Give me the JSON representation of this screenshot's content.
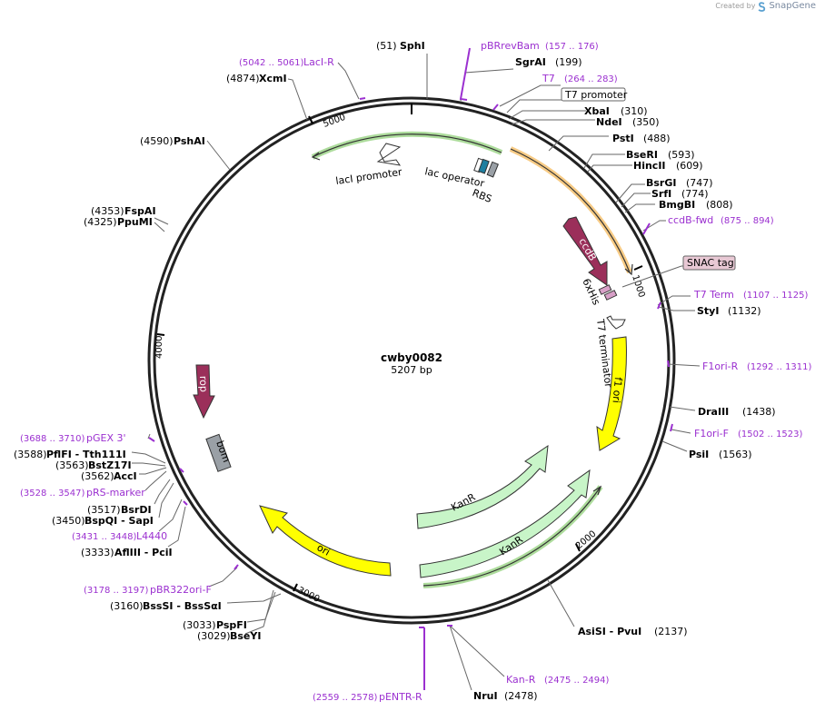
{
  "credit": {
    "prefix": "Created by",
    "brand": "SnapGene"
  },
  "plasmid": {
    "name": "cwby0082",
    "length": "5207 bp"
  },
  "ticks": [
    "1000",
    "2000",
    "3000",
    "4000",
    "5000"
  ],
  "enzymes": [
    {
      "pos": "(51)",
      "name": "SphI"
    },
    {
      "pos": "(199)",
      "name": "SgrAI"
    },
    {
      "pos": "(310)",
      "name": "XbaI"
    },
    {
      "pos": "(350)",
      "name": "NdeI"
    },
    {
      "pos": "(488)",
      "name": "PstI"
    },
    {
      "pos": "(593)",
      "name": "BseRI"
    },
    {
      "pos": "(609)",
      "name": "HincII"
    },
    {
      "pos": "(747)",
      "name": "BsrGI"
    },
    {
      "pos": "(774)",
      "name": "SrfI"
    },
    {
      "pos": "(808)",
      "name": "BmgBI"
    },
    {
      "pos": "(1132)",
      "name": "StyI"
    },
    {
      "pos": "(1438)",
      "name": "DraIII"
    },
    {
      "pos": "(1563)",
      "name": "PsiI"
    },
    {
      "pos": "(2137)",
      "name": "AsiSI  - PvuI"
    },
    {
      "pos": "(2478)",
      "name": "NruI"
    },
    {
      "pos": "(3029)",
      "name": "BseYI"
    },
    {
      "pos": "(3033)",
      "name": "PspFI"
    },
    {
      "pos": "(3160)",
      "name": "BssSI  - BssSαI"
    },
    {
      "pos": "(3333)",
      "name": "AflIII  - PciI"
    },
    {
      "pos": "(3450)",
      "name": "BspQI  - SapI"
    },
    {
      "pos": "(3517)",
      "name": "BsrDI"
    },
    {
      "pos": "(3562)",
      "name": "AccI"
    },
    {
      "pos": "(3563)",
      "name": "BstZ17I"
    },
    {
      "pos": "(3588)",
      "name": "PflFI  - Tth111I"
    },
    {
      "pos": "(4325)",
      "name": "PpuMI"
    },
    {
      "pos": "(4353)",
      "name": "FspAI"
    },
    {
      "pos": "(4590)",
      "name": "PshAI"
    },
    {
      "pos": "(4874)",
      "name": "XcmI"
    }
  ],
  "primers": [
    {
      "name": "pBRrevBam",
      "range": "(157 .. 176)"
    },
    {
      "name": "T7",
      "range": "(264 .. 283)"
    },
    {
      "name": "ccdB-fwd",
      "range": "(875 .. 894)"
    },
    {
      "name": "T7 Term",
      "range": "(1107 .. 1125)"
    },
    {
      "name": "F1ori-R",
      "range": "(1292 .. 1311)"
    },
    {
      "name": "F1ori-F",
      "range": "(1502 .. 1523)"
    },
    {
      "name": "Kan-R",
      "range": "(2475 .. 2494)"
    },
    {
      "name": "pENTR-R",
      "range": "(2559 .. 2578)"
    },
    {
      "name": "pBR322ori-F",
      "range": "(3178 .. 3197)"
    },
    {
      "name": "L4440",
      "range": "(3431 .. 3448)"
    },
    {
      "name": "pRS-marker",
      "range": "(3528 .. 3547)"
    },
    {
      "name": "pGEX 3'",
      "range": "(3688 .. 3710)"
    },
    {
      "name": "LacI-R",
      "range": "(5042 .. 5061)"
    }
  ],
  "boxed_labels": [
    "T7 promoter",
    "SNAC tag"
  ],
  "features": {
    "lacI_promoter": "lacI promoter",
    "lac_operator": "lac operator",
    "rbs": "RBS",
    "ccdB": "ccdB",
    "his": "6xHis",
    "t7_terminator": "T7 terminator",
    "f1_ori": "f1 ori",
    "kanR": "KanR",
    "ori": "ori",
    "rop": "rop",
    "bom": "bom"
  },
  "colors": {
    "primer": "#9b30d0",
    "ccdB": "#9b2f5a",
    "yellow": "#ffff00",
    "kanR": "#c8f5c8",
    "bom": "#9aa0a6",
    "lacOperator": "#1e7fa0",
    "orfOrange": "#f0a020",
    "orfGreen": "#6abf4b"
  }
}
